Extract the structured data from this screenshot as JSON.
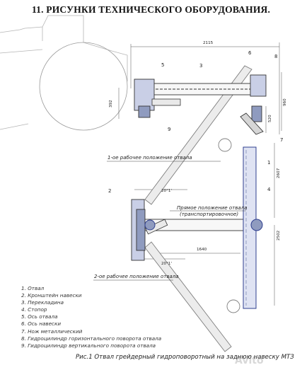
{
  "title": "11. РИСУНКИ ТЕХНИЧЕСКОГО ОБОРУДОВАНИЯ.",
  "labels": {
    "pos1": "1-ое рабочее положение отвала",
    "pos2": "2-ое рабочее положение отвала",
    "transport_line1": "Прямое положение отвала",
    "transport_line2": "(транспортировочное)"
  },
  "dimensions": {
    "d2115": "2115",
    "d392": "392",
    "d960": "960",
    "d520": "520",
    "d2607": "2607",
    "d2502": "2502",
    "d1640": "1640",
    "angle_top": "20°1'",
    "angle_bottom": "20°1'"
  },
  "callouts": [
    "1",
    "2",
    "3",
    "4",
    "5",
    "6",
    "7",
    "8",
    "9"
  ],
  "legend": [
    "1. Отвал",
    "2. Кронштейн навески",
    "3. Перекладина",
    "4. Стопор",
    "5. Ось отвала",
    "6. Ось навески",
    "7. Нож металлический",
    "8. Гидроцилиндр горизонтального поворота отвала",
    "9. Гидроцилиндр вертикального поворота отвала"
  ],
  "caption": "Рис.1 Отвал грейдерный гидроповоротный на заднюю навеску МТЗ",
  "watermark": "Avito",
  "colors": {
    "line": "#3a3a3a",
    "part": "#8f9bbf",
    "blade": "#2f3f8f"
  }
}
